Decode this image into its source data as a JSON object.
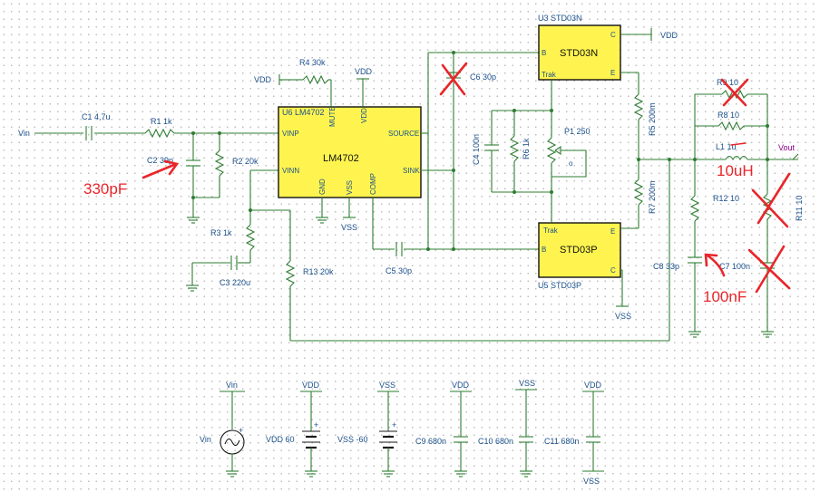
{
  "schematic": {
    "ics": [
      {
        "id": "u6",
        "ref": "U6 LM4702",
        "name": "LM4702",
        "pins": [
          "VINP",
          "VINN",
          "MUTE",
          "VDD",
          "SOURCE",
          "SINK",
          "GND",
          "VSS",
          "COMP"
        ]
      },
      {
        "id": "u3",
        "ref": "U3 STD03N",
        "name": "STD03N",
        "pins": [
          "B",
          "C",
          "E",
          "Trak"
        ]
      },
      {
        "id": "u5",
        "ref": "U5 STD03P",
        "name": "STD03P",
        "pins": [
          "B",
          "C",
          "E",
          "Trak"
        ]
      }
    ],
    "components": [
      {
        "id": "c1",
        "label": "C1 4,7u"
      },
      {
        "id": "r1",
        "label": "R1 1k"
      },
      {
        "id": "c2",
        "label": "C2 39p"
      },
      {
        "id": "r2",
        "label": "R2 20k"
      },
      {
        "id": "r3",
        "label": "R3 1k"
      },
      {
        "id": "c3",
        "label": "C3 220u"
      },
      {
        "id": "r4",
        "label": "R4 30k"
      },
      {
        "id": "r13",
        "label": "R13 20k"
      },
      {
        "id": "c5",
        "label": "C5 30p"
      },
      {
        "id": "c6",
        "label": "C6 30p"
      },
      {
        "id": "c4",
        "label": "C4 100n"
      },
      {
        "id": "r6",
        "label": "R6 1k"
      },
      {
        "id": "p1",
        "label": "P1 250"
      },
      {
        "id": "r5",
        "label": "R5 200m"
      },
      {
        "id": "r7",
        "label": "R7 200m"
      },
      {
        "id": "r9",
        "label": "R9 10"
      },
      {
        "id": "r8",
        "label": "R8 10"
      },
      {
        "id": "l1",
        "label": "L1 1u"
      },
      {
        "id": "r12",
        "label": "R12 10"
      },
      {
        "id": "r11",
        "label": "R11 10"
      },
      {
        "id": "c8",
        "label": "C8 33p"
      },
      {
        "id": "c7",
        "label": "C7 100n"
      },
      {
        "id": "vdd_src",
        "label": "VDD 60"
      },
      {
        "id": "vss_src",
        "label": "VSS -60"
      },
      {
        "id": "c9",
        "label": "C9 680n"
      },
      {
        "id": "c10",
        "label": "C10 680n"
      },
      {
        "id": "c11",
        "label": "C11 680n"
      }
    ],
    "nets": {
      "vin": "Vin",
      "vout": "Vout",
      "vdd": "VDD",
      "vss": "VSS",
      "vin_src": "Vin",
      "trak": "Trak",
      "wiper": "o"
    },
    "annotations": [
      {
        "id": "a330",
        "text": "330pF"
      },
      {
        "id": "a10u",
        "text": "10uH"
      },
      {
        "id": "a100n",
        "text": "100nF"
      }
    ],
    "colors": {
      "wire": "#2e7d32",
      "ic_fill": "#fff44f",
      "markup": "#e8262b",
      "label": "#1a4f8a",
      "vout": "#8b008b"
    }
  }
}
